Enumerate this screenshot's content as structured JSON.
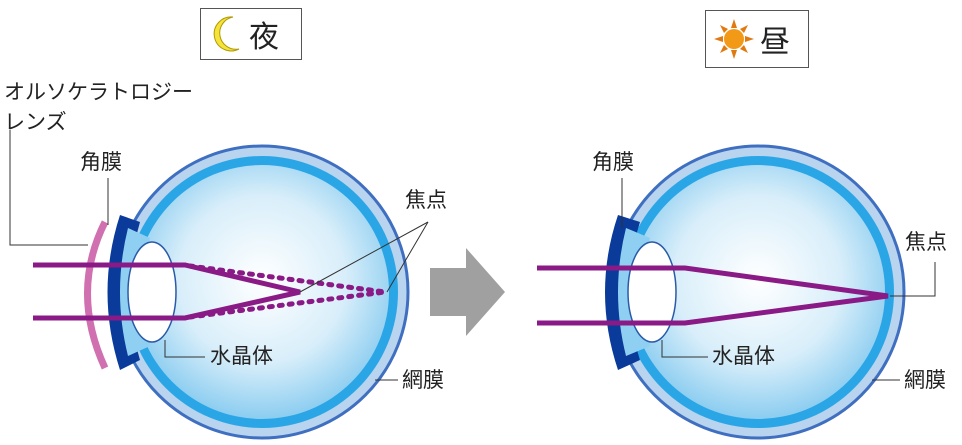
{
  "night": {
    "label": "夜",
    "icon": "moon-icon"
  },
  "day": {
    "label": "昼",
    "icon": "sun-icon"
  },
  "left": {
    "lens_label_1": "オルソケラトロジー",
    "lens_label_2": "レンズ",
    "cornea": "角膜",
    "focus": "焦点",
    "crystalline": "水晶体",
    "retina": "網膜"
  },
  "right": {
    "cornea": "角膜",
    "focus": "焦点",
    "crystalline": "水晶体",
    "retina": "網膜"
  },
  "colors": {
    "ray": "#8a1a86",
    "sclera": "#3f6fc0",
    "cornea": "#0a3a9a",
    "lens_contact": "#d070b0",
    "arrow": "#a0a0a0"
  }
}
